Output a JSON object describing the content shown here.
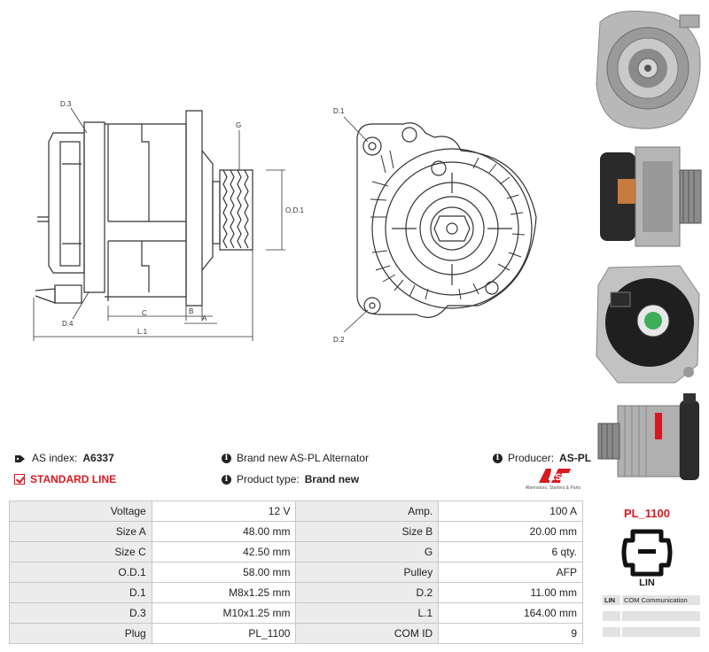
{
  "drawing": {
    "labels": {
      "d3": "D.3",
      "d4": "D.4",
      "g": "G",
      "od1": "O.D.1",
      "c": "C",
      "b": "B",
      "a": "A",
      "l1": "L.1",
      "d1": "D.1",
      "d2": "D.2"
    }
  },
  "info": {
    "as_index_label": "AS index:",
    "as_index_value": "A6337",
    "standard_line": "STANDARD LINE",
    "brand_text": "Brand new AS-PL Alternator",
    "product_type_label": "Product type:",
    "product_type_value": "Brand new",
    "producer_label": "Producer:",
    "producer_value": "AS-PL"
  },
  "logo": {
    "mark": "AS",
    "tagline": "Alternators, Starters & Parts"
  },
  "specs": [
    [
      "Voltage",
      "12 V",
      "Amp.",
      "100 A"
    ],
    [
      "Size A",
      "48.00 mm",
      "Size B",
      "20.00 mm"
    ],
    [
      "Size C",
      "42.50 mm",
      "G",
      "6 qty."
    ],
    [
      "O.D.1",
      "58.00 mm",
      "Pulley",
      "AFP"
    ],
    [
      "D.1",
      "M8x1.25 mm",
      "D.2",
      "11.00 mm"
    ],
    [
      "D.3",
      "M10x1.25 mm",
      "L.1",
      "164.00 mm"
    ],
    [
      "Plug",
      "PL_1100",
      "COM ID",
      "9"
    ]
  ],
  "plug": {
    "title": "PL_1100",
    "type": "LIN",
    "rows": [
      [
        "LIN",
        "COM Communication"
      ],
      [
        "",
        ""
      ],
      [
        "",
        ""
      ]
    ]
  },
  "colors": {
    "accent": "#d71920",
    "table_label_bg": "#ececec",
    "table_border": "#c8c8c8"
  }
}
